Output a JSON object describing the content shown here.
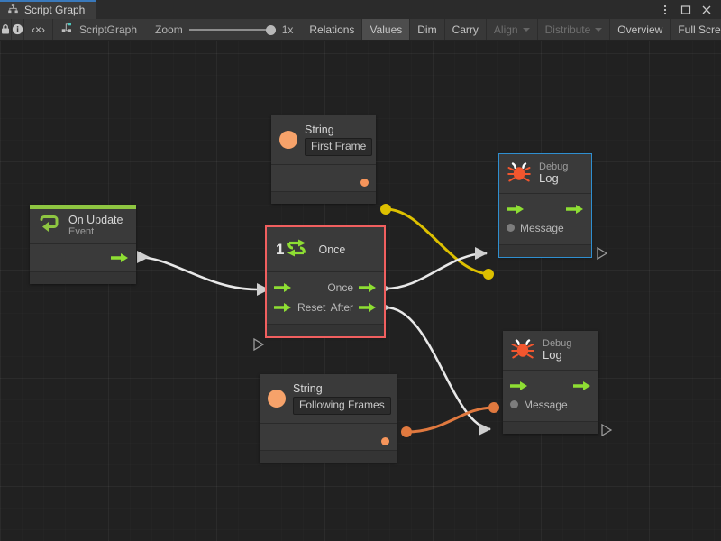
{
  "window": {
    "tab_label": "Script Graph",
    "tab_icon": "script-graph-icon",
    "menu_icon": "kebab-menu-icon",
    "maximize_icon": "maximize-icon",
    "close_icon": "close-icon",
    "accent_color": "#3a79bb"
  },
  "toolbar": {
    "lock_icon": "lock-icon",
    "info_icon": "info-icon",
    "code_label": "‹×›",
    "graph_icon": "script-graph-icon",
    "graph_label": "ScriptGraph",
    "zoom_label": "Zoom",
    "zoom_value": "1x",
    "buttons": [
      {
        "label": "Relations",
        "state": "normal"
      },
      {
        "label": "Values",
        "state": "pressed"
      },
      {
        "label": "Dim",
        "state": "normal"
      },
      {
        "label": "Carry",
        "state": "normal"
      },
      {
        "label": "Align",
        "state": "disabled",
        "dropdown": true
      },
      {
        "label": "Distribute",
        "state": "disabled",
        "dropdown": true
      },
      {
        "label": "Overview",
        "state": "normal"
      },
      {
        "label": "Full Screen",
        "state": "normal"
      }
    ]
  },
  "graph": {
    "nodes": [
      {
        "id": "on-update",
        "title": "On Update",
        "subtitle": "Event",
        "accent_color": "#8ec641",
        "icon": "event-loop-icon",
        "selected": false,
        "hovered": false,
        "out_flow": "",
        "has_out_flow": true
      },
      {
        "id": "string-first-frame",
        "title": "String",
        "subtitle": "",
        "icon": "string-literal-icon",
        "value": "First Frame",
        "selected": false,
        "hovered": false,
        "out_value_color": "#f6955b"
      },
      {
        "id": "once",
        "title": "Once",
        "subtitle": "",
        "icon": "once-loop-icon",
        "icon_badge": "1",
        "selected": true,
        "hovered": false,
        "in_flow_label": "",
        "in_reset_label": "Reset",
        "out_once_label": "Once",
        "out_after_label": "After"
      },
      {
        "id": "debug-log-1",
        "title": "Debug",
        "subtitle": "Log",
        "icon": "debug-bug-icon",
        "selected": false,
        "hovered": true,
        "message_label": "Message"
      },
      {
        "id": "string-following-frames",
        "title": "String",
        "subtitle": "",
        "icon": "string-literal-icon",
        "value": "Following Frames",
        "selected": false,
        "hovered": false,
        "out_value_color": "#f6955b"
      },
      {
        "id": "debug-log-2",
        "title": "Debug",
        "subtitle": "Log",
        "icon": "debug-bug-icon",
        "selected": false,
        "hovered": false,
        "message_label": "Message"
      }
    ],
    "wires": [
      {
        "from": "on-update.out-flow",
        "to": "once.in-flow",
        "color": "#e8e8e8",
        "kind": "flow"
      },
      {
        "from": "string-first-frame.out-value",
        "to": "debug-log-1.message",
        "color": "#ddc000",
        "kind": "value"
      },
      {
        "from": "once.out-once",
        "to": "debug-log-1.in-flow",
        "color": "#e8e8e8",
        "kind": "flow"
      },
      {
        "from": "once.out-after",
        "to": "debug-log-2.in-flow",
        "color": "#e8e8e8",
        "kind": "flow"
      },
      {
        "from": "string-following-frames.out-value",
        "to": "debug-log-2.message",
        "color": "#e08council",
        "kind": "value"
      }
    ],
    "wire_colors": {
      "flow": "#e8e8e8",
      "value_yellow": "#ddc000",
      "value_orange": "#e0793f"
    }
  }
}
